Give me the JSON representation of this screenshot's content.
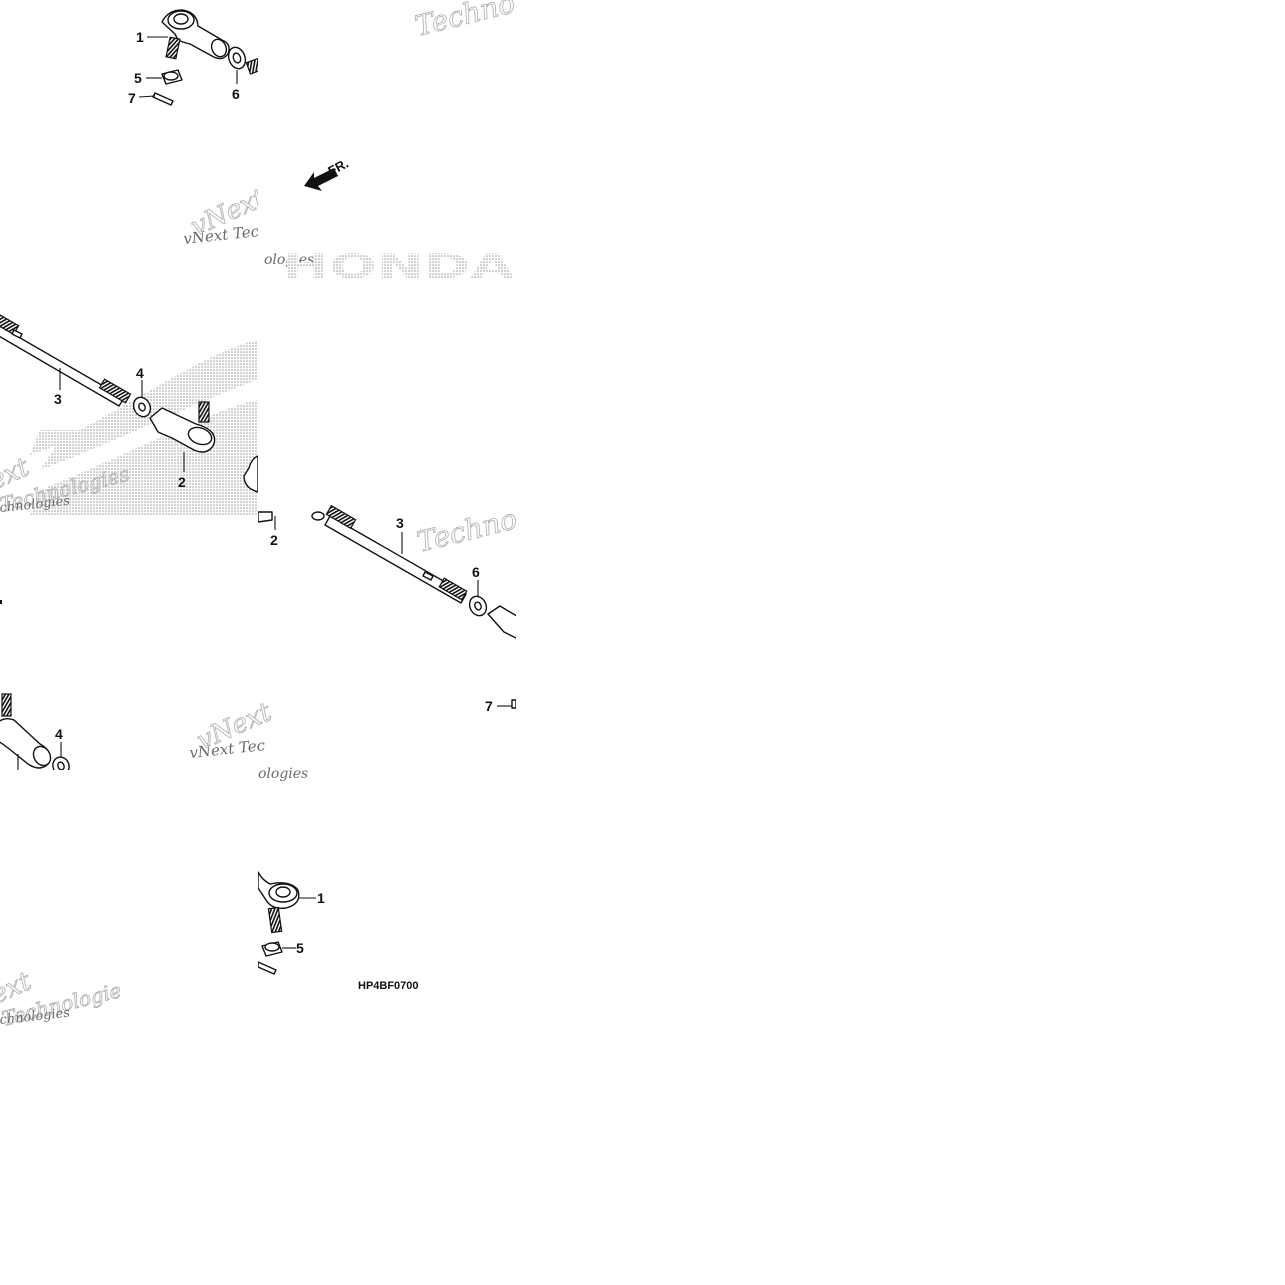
{
  "diagram": {
    "reference_code": "HP4BF0700",
    "front_indicator": "FR.",
    "callouts": {
      "tile_a_end_1": "1",
      "tile_a_nut_5": "5",
      "tile_a_pin_7": "7",
      "tile_a_washer_6": "6",
      "tile_b_rod_3": "3",
      "tile_b_nut_4": "4",
      "tile_b_end_2": "2",
      "tile_c_end_2": "2",
      "tile_c_rod_3": "3",
      "tile_c_nut_6": "6",
      "tile_c_pin_7": "7",
      "tile_d_nut_4": "4",
      "tile_e_end_1": "1",
      "tile_e_nut_5": "5"
    },
    "watermarks": {
      "brand": "HONDA",
      "vendor_line_1": "vNext Technologies",
      "vendor_word_1": "vNext",
      "vendor_word_2": "Technologies",
      "vendor_fragment_1": "Techno",
      "vendor_fragment_2": "vNext Tec",
      "vendor_fragment_3": "ologies",
      "vendor_fragment_4": "ext",
      "vendor_fragment_5": "chnologies"
    }
  }
}
